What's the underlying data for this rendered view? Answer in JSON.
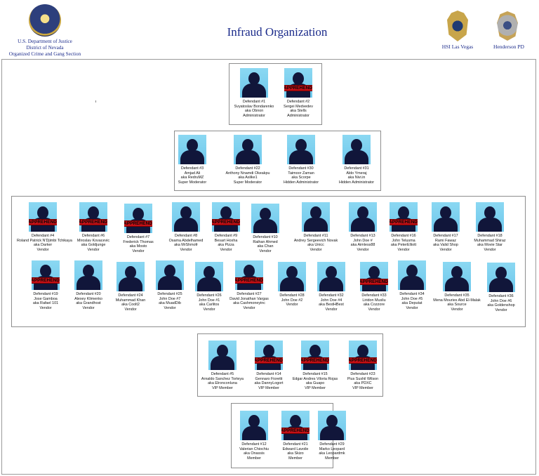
{
  "header": {
    "doj_line1": "U.S. Department of Justice",
    "doj_line2": "District of Nevada",
    "doj_line3": "Organized Crime and Gang Section",
    "title": "Infraud Organization",
    "hsi_label": "HSI Las Vegas",
    "hpd_label": "Henderson PD"
  },
  "stamp_text": "APPREHENDED",
  "defendants": [
    {
      "number": "Defendant #1",
      "name": "Svyatoslav Bondarenko",
      "aka": "aka Obnon",
      "role": "Administrator",
      "apprehended": false
    },
    {
      "number": "Defendant #2",
      "name": "Sergei Medvedev",
      "aka": "aka Stells",
      "role": "Administrator",
      "apprehended": true
    },
    {
      "number": "Defendant #3",
      "name": "Amjad Ali",
      "aka": "aka RedruMZ",
      "role": "Super Moderator",
      "apprehended": false
    },
    {
      "number": "Defendant #22",
      "name": "Anthony Nnamdi Okeakpu",
      "aka": "aka Aslike1",
      "role": "Super Moderator",
      "apprehended": false
    },
    {
      "number": "Defendant #30",
      "name": "Taimoor Zaman",
      "aka": "aka Scorpe",
      "role": "Hidden Administrator",
      "apprehended": false
    },
    {
      "number": "Defendant #31",
      "name": "Aldo Ymeraj",
      "aka": "aka Nivi.in",
      "role": "Hidden Administrator",
      "apprehended": false
    },
    {
      "number": "Defendant #4",
      "name": "Roland Patrick N'Djimbi Tchikaya",
      "aka": "aka Darker",
      "role": "Vendor",
      "apprehended": true
    },
    {
      "number": "Defendant #6",
      "name": "Miroslav Kovacevic",
      "aka": "aka Goldjunge",
      "role": "Vendor",
      "apprehended": true
    },
    {
      "number": "Defendant #7",
      "name": "Frederick Thomas",
      "aka": "aka Mosto",
      "role": "Vendor",
      "apprehended": true
    },
    {
      "number": "Defendant #8",
      "name": "Osama Abdelhamed",
      "aka": "aka MrShmofr",
      "role": "Vendor",
      "apprehended": false
    },
    {
      "number": "Defendant #9",
      "name": "Besart Hoxha",
      "aka": "aka Pizza",
      "role": "Vendor",
      "apprehended": true
    },
    {
      "number": "Defendant #10",
      "name": "Raihan Ahmed",
      "aka": "aka Chan",
      "role": "Vendor",
      "apprehended": false
    },
    {
      "number": "Defendant #11",
      "name": "Andrey Sergeevich Novak",
      "aka": "aka Unicc",
      "role": "Vendor",
      "apprehended": false
    },
    {
      "number": "Defendant #13",
      "name": "John Doe #",
      "aka": "aka Aimless88",
      "role": "Vendor",
      "apprehended": false
    },
    {
      "number": "Defendant #16",
      "name": "John Telusma",
      "aka": "aka PeterElliott",
      "role": "Vendor",
      "apprehended": true
    },
    {
      "number": "Defendant #17",
      "name": "Rami Fawaz",
      "aka": "aka Valid Shop",
      "role": "Vendor",
      "apprehended": false
    },
    {
      "number": "Defendant #18",
      "name": "Muhammad Shiraz",
      "aka": "aka Movie Star",
      "role": "Vendor",
      "apprehended": false
    },
    {
      "number": "Defendant #19",
      "name": "Jose Gamboa",
      "aka": "aka Rafael 101",
      "role": "Vendor",
      "apprehended": true
    },
    {
      "number": "Defendant #20",
      "name": "Alexey Klimenko",
      "aka": "aka Grandhost",
      "role": "Vendor",
      "apprehended": false
    },
    {
      "number": "Defendant #24",
      "name": "Muhammad Khan",
      "aka": "aka Coolt2",
      "role": "Vendor",
      "apprehended": false
    },
    {
      "number": "Defendant #25",
      "name": "John Doe #7",
      "aka": "aka MuadDib",
      "role": "Vendor",
      "apprehended": false
    },
    {
      "number": "Defendant #26",
      "name": "John Doe #1",
      "aka": "aka Carlitos",
      "role": "Vendor",
      "apprehended": false
    },
    {
      "number": "Defendant #27",
      "name": "David Jonathan Vargas",
      "aka": "aka Cashmoneyinc",
      "role": "Vendor",
      "apprehended": true
    },
    {
      "number": "Defendant #28",
      "name": "John Doe #2",
      "aka": "",
      "role": "Vendor",
      "apprehended": false
    },
    {
      "number": "Defendant #32",
      "name": "John Doe #4",
      "aka": "aka BestHBest",
      "role": "Vendor",
      "apprehended": false
    },
    {
      "number": "Defendant #33",
      "name": "Liridon Musliu",
      "aka": "aka Cozzore",
      "role": "Vendor",
      "apprehended": true
    },
    {
      "number": "Defendant #34",
      "name": "John Doe #5",
      "aka": "aka Deputat",
      "role": "Vendor",
      "apprehended": false
    },
    {
      "number": "Defendant #35",
      "name": "Mena Mouries Abd El-Malak",
      "aka": "aka Source",
      "role": "Vendor",
      "apprehended": false
    },
    {
      "number": "Defendant #36",
      "name": "John Doe #6",
      "aka": "aka Goldenshop",
      "role": "Vendor",
      "apprehended": false
    },
    {
      "number": "Defendant #5",
      "name": "Arnaldo Sanchez Torteya",
      "aka": "aka Elronconluna",
      "role": "VIP Member",
      "apprehended": false
    },
    {
      "number": "Defendant #14",
      "name": "Gennaro Fioretti",
      "aka": "aka DannyLogort",
      "role": "VIP Member",
      "apprehended": true
    },
    {
      "number": "Defendant #15",
      "name": "Edgar Andres Viloria Rojas",
      "aka": "aka Guapo",
      "role": "VIP Member",
      "apprehended": true
    },
    {
      "number": "Defendant #23",
      "name": "Pius Sushil Wilson",
      "aka": "aka PDXC",
      "role": "VIP Member",
      "apprehended": true
    },
    {
      "number": "Defendant #12",
      "name": "Valerian Chiochiu",
      "aka": "aka Onassis",
      "role": "Member",
      "apprehended": false
    },
    {
      "number": "Defendant #21",
      "name": "Edward Lavoile",
      "aka": "aka Skizo",
      "role": "Member",
      "apprehended": true
    },
    {
      "number": "Defendant #29",
      "name": "Marko Leopard",
      "aka": "aka Leopardmk",
      "role": "Member",
      "apprehended": false
    }
  ]
}
